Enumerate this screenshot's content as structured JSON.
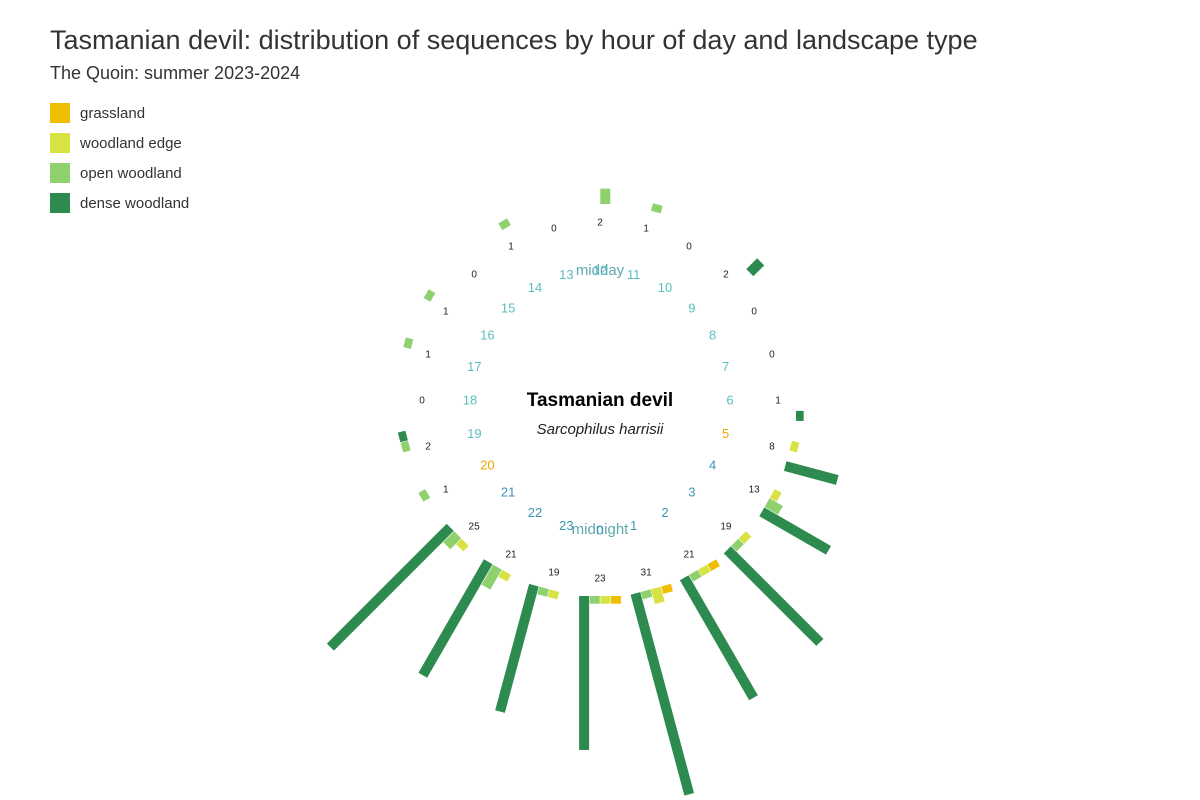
{
  "chart_data": {
    "type": "bar",
    "subtype": "radial-stacked-by-hour",
    "title": "Tasmanian devil: distribution of sequences by hour of day and landscape type",
    "subtitle": "The Quoin: summer 2023-2024",
    "center_title": "Tasmanian devil",
    "center_subtitle": "Sarcophilus harrisii",
    "midday_label": "midday",
    "midnight_label": "midnight",
    "hours": [
      0,
      1,
      2,
      3,
      4,
      5,
      6,
      7,
      8,
      9,
      10,
      11,
      12,
      13,
      14,
      15,
      16,
      17,
      18,
      19,
      20,
      21,
      22,
      23
    ],
    "totals": [
      23,
      31,
      21,
      19,
      13,
      8,
      1,
      0,
      0,
      2,
      0,
      1,
      2,
      0,
      1,
      0,
      1,
      1,
      0,
      2,
      1,
      25,
      21,
      19
    ],
    "highlight_hours": [
      5,
      20
    ],
    "series": [
      {
        "name": "grassland",
        "color": "#F0BE00",
        "values": [
          1,
          1,
          1,
          0,
          0,
          0,
          0,
          0,
          0,
          0,
          0,
          0,
          0,
          0,
          0,
          0,
          0,
          0,
          0,
          0,
          0,
          0,
          0,
          0
        ]
      },
      {
        "name": "woodland edge",
        "color": "#D8E343",
        "values": [
          1,
          2,
          1,
          1,
          1,
          1,
          0,
          0,
          0,
          0,
          0,
          0,
          0,
          0,
          0,
          0,
          0,
          0,
          0,
          0,
          0,
          1,
          1,
          1
        ]
      },
      {
        "name": "open woodland",
        "color": "#8ED16E",
        "values": [
          1,
          1,
          1,
          1,
          2,
          0,
          0,
          0,
          0,
          0,
          0,
          1,
          2,
          0,
          1,
          0,
          1,
          1,
          0,
          1,
          1,
          2,
          3,
          1
        ]
      },
      {
        "name": "dense woodland",
        "color": "#2E8B4F",
        "values": [
          20,
          27,
          18,
          17,
          10,
          7,
          1,
          0,
          0,
          2,
          0,
          0,
          0,
          0,
          0,
          0,
          0,
          0,
          0,
          1,
          0,
          22,
          17,
          17
        ]
      }
    ],
    "colors": {
      "hour_label": "#5BBFBF",
      "hour_label_night": "#3A96B4",
      "highlight": "#F0A500",
      "period_label": "#5FA8B0",
      "count_label": "#222222"
    }
  }
}
